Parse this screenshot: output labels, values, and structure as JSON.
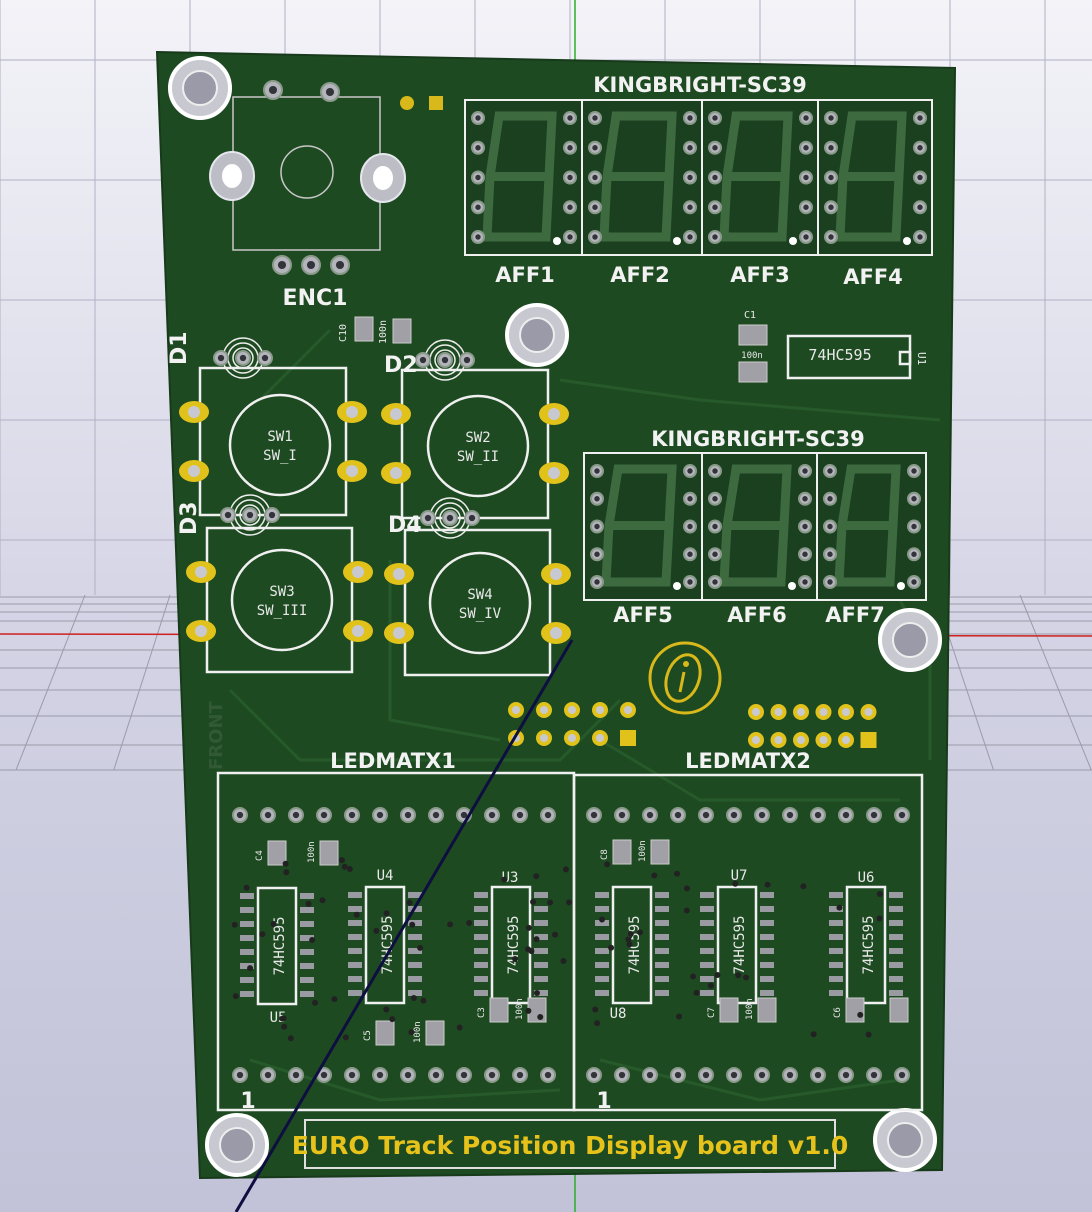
{
  "viewer": {
    "background": "#c9c9dc",
    "board_color": "#1e4a22",
    "silkscreen_color": "#f2f2f2",
    "gold_color": "#e0c21a"
  },
  "board": {
    "title": "EURO Track Position Display board v1.0",
    "side_label": "FRONT",
    "encoder": {
      "ref": "ENC1"
    },
    "display_groups": [
      {
        "part": "KINGBRIGHT-SC39",
        "digits": [
          "AFF1",
          "AFF2",
          "AFF3",
          "AFF4"
        ]
      },
      {
        "part": "KINGBRIGHT-SC39",
        "digits": [
          "AFF5",
          "AFF6",
          "AFF7"
        ]
      }
    ],
    "switches": [
      {
        "ref": "SW1",
        "value": "SW_I",
        "led": "D1"
      },
      {
        "ref": "SW2",
        "value": "SW_II",
        "led": "D2"
      },
      {
        "ref": "SW3",
        "value": "SW_III",
        "led": "D3"
      },
      {
        "ref": "SW4",
        "value": "SW_IV",
        "led": "D4"
      }
    ],
    "caps": {
      "c10": {
        "ref": "C10",
        "value": "100n"
      },
      "c1": {
        "ref": "C1",
        "value": "100n"
      },
      "c4": {
        "ref": "C4",
        "value": "100n"
      },
      "c5": {
        "ref": "C5",
        "value": "100n"
      },
      "c3": {
        "ref": "C3",
        "value": "100n"
      },
      "c8": {
        "ref": "C8",
        "value": "100n"
      },
      "c7": {
        "ref": "C7",
        "value": "100n"
      },
      "c6": {
        "ref": "C6"
      }
    },
    "u1": {
      "ref": "U1",
      "value": "74HC595"
    },
    "matrices": [
      {
        "ref": "LEDMATX1",
        "pin1": "1",
        "ics": [
          {
            "ref": "U5",
            "value": "74HC595"
          },
          {
            "ref": "U4",
            "value": "74HC595"
          },
          {
            "ref": "U3",
            "value": "74HC595"
          }
        ]
      },
      {
        "ref": "LEDMATX2",
        "pin1": "1",
        "ics": [
          {
            "ref": "U8",
            "value": "74HC595"
          },
          {
            "ref": "U7",
            "value": "74HC595"
          },
          {
            "ref": "U6",
            "value": "74HC595"
          }
        ]
      }
    ]
  }
}
